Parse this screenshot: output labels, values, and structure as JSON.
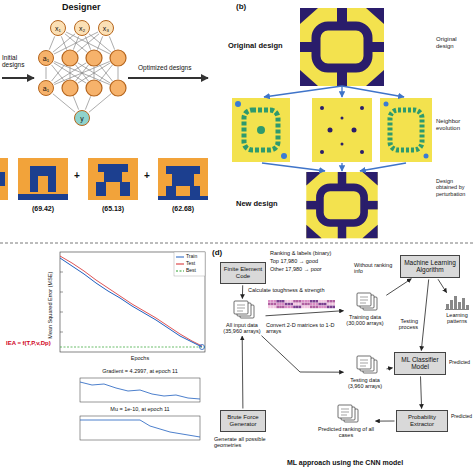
{
  "diagram": {
    "nodes": [
      {
        "text": [
          "x₁"
        ]
      },
      {
        "text": [
          "x₂"
        ]
      },
      {
        "text": [
          "x₃"
        ]
      },
      {
        "text": [
          "a₁"
        ]
      },
      {
        "text": [
          "a₁"
        ]
      },
      {
        "text": [
          "y"
        ]
      },
      {
        "text": [
          "Finite Element Code"
        ]
      },
      {
        "text": [
          "Machine Learning Algorithm"
        ]
      },
      {
        "text": [
          "All input data (35,960 arrays)"
        ]
      },
      {
        "text": [
          "Training data (30,000 arrays)"
        ]
      },
      {
        "text": [
          "Learning patterns"
        ]
      },
      {
        "text": [
          "ML Classifier Model"
        ]
      },
      {
        "text": [
          "Testing data (3,960 arrays)"
        ]
      },
      {
        "text": [
          "Brute Force Generator"
        ]
      },
      {
        "text": [
          "Probability Extractor"
        ]
      },
      {
        "text": [
          "Predicted ranking of all cases"
        ]
      }
    ],
    "edges": [
      {
        "from": 0,
        "to": 3,
        "arrow": "none"
      },
      {
        "from": 1,
        "to": 3,
        "arrow": "none"
      },
      {
        "from": 2,
        "to": 3,
        "arrow": "none"
      },
      {
        "from": 3,
        "to": 4,
        "arrow": "none"
      },
      {
        "from": 4,
        "to": 5,
        "arrow": "none"
      },
      {
        "from": 6,
        "to": 8,
        "arrow": "to"
      },
      {
        "from": 8,
        "to": 9,
        "arrow": "to"
      },
      {
        "from": 8,
        "to": 12,
        "arrow": "to"
      },
      {
        "from": 9,
        "to": 7,
        "arrow": "to"
      },
      {
        "from": 7,
        "to": 10,
        "arrow": "to"
      },
      {
        "from": 7,
        "to": 11,
        "arrow": "to"
      },
      {
        "from": 12,
        "to": 11,
        "arrow": "to"
      },
      {
        "from": 13,
        "to": 8,
        "arrow": "to"
      },
      {
        "from": 11,
        "to": 14,
        "arrow": "to"
      },
      {
        "from": 14,
        "to": 15,
        "arrow": "to"
      }
    ],
    "labels": [
      "Designer",
      "Initial designs",
      "Optimized designs",
      "+",
      "+",
      "(69.42)",
      "(65.13)",
      "(62.68)",
      "(b)",
      "Original design",
      "Original design",
      "Neighbor evolution",
      "Design obtained by perturbation",
      "New design",
      "IEA = f(T,P,v,Dp)",
      "Mean Squared Error (MSE)",
      "Epochs",
      "Gradient = 4.2997, at epoch 11",
      "Mu = 1e-10, at epoch 11",
      "(d)",
      "Ranking & labels (binary)",
      "Top 17,980 → good",
      "Other 17,980 → poor",
      "Without ranking info",
      "Calculate toughness & strength",
      "Convert 2-D matrices to 1-D arrays",
      "Testing process",
      "Predicted",
      "Predicted",
      "Generate all possible geometries",
      "ML approach using the CNN model"
    ],
    "legend": [
      {
        "text": "Train"
      },
      {
        "text": "Test"
      },
      {
        "text": "Best"
      }
    ]
  }
}
